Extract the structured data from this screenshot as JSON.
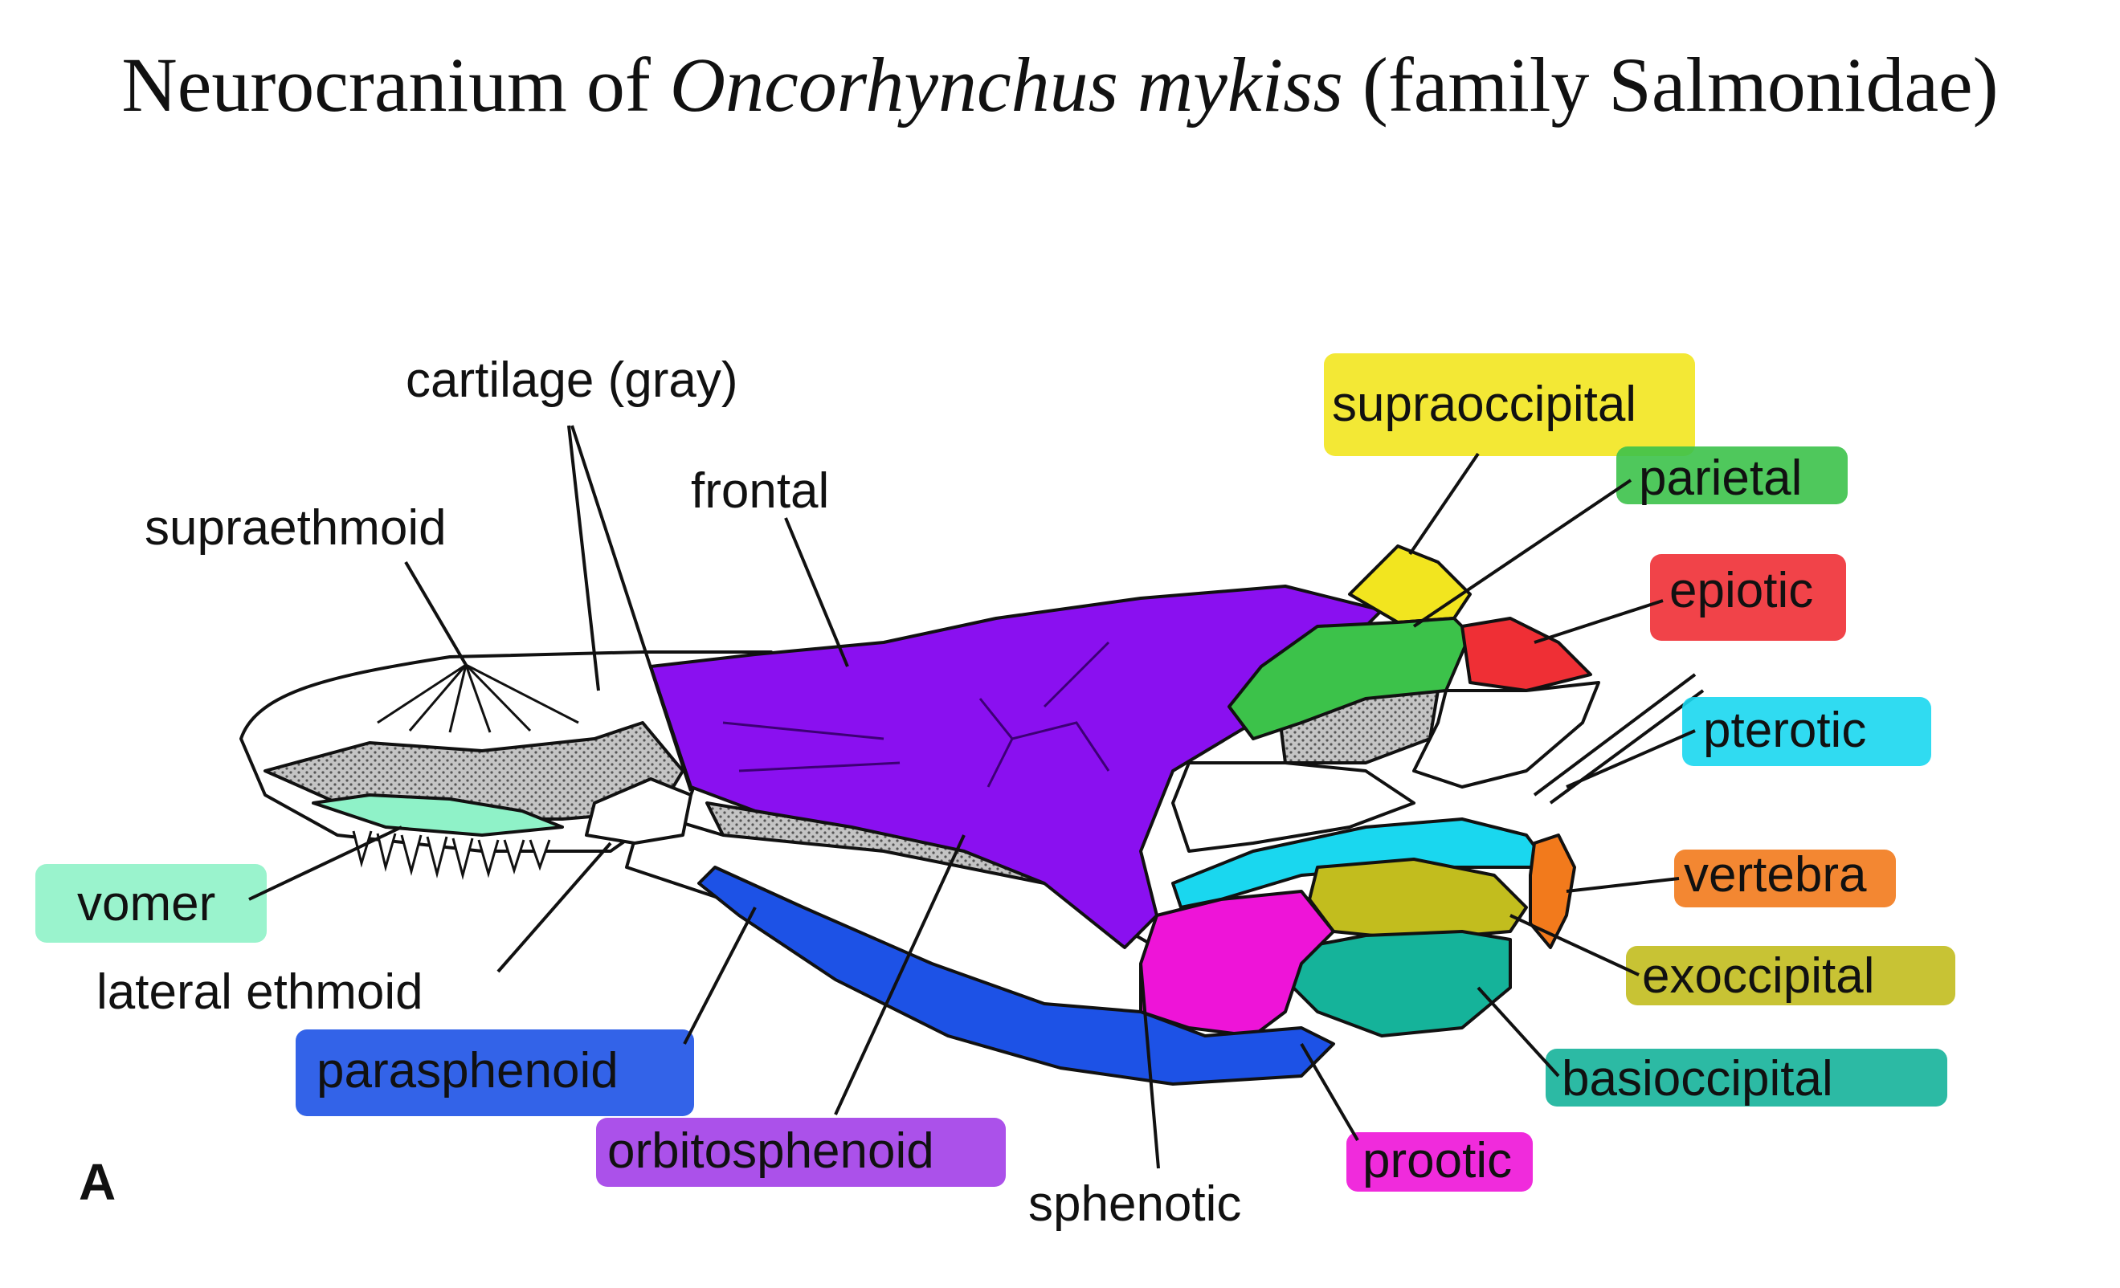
{
  "title": {
    "prefix": "Neurocranium of ",
    "species": "Oncorhynchus mykiss",
    "suffix": " (family Salmonidae)"
  },
  "panel_letter": "A",
  "colors": {
    "frontal": "#8a10f0",
    "supraoccipital": "#f2e51f",
    "parietal": "#3cc24a",
    "epiotic": "#ef2f35",
    "pterotic": "#1ad7ef",
    "vertebra": "#f27a1c",
    "exoccipital": "#c2bd1e",
    "basioccipital": "#15b39a",
    "prootic": "#ee14d8",
    "parasphenoid": "#1d52e6",
    "orbitosphenoid_highlight": "#a23ee8",
    "vomer": "#8ff2c8",
    "cartilage": "#a8a8a8"
  },
  "labels": {
    "cartilage": "cartilage (gray)",
    "frontal": "frontal",
    "supraethmoid": "supraethmoid",
    "supraoccipital": "supraoccipital",
    "parietal": "parietal",
    "epiotic": "epiotic",
    "pterotic": "pterotic",
    "vertebra": "vertebra",
    "exoccipital": "exoccipital",
    "basioccipital": "basioccipital",
    "prootic": "prootic",
    "sphenotic": "sphenotic",
    "orbitosphenoid": "orbitosphenoid",
    "parasphenoid": "parasphenoid",
    "lateral_ethmoid": "lateral ethmoid",
    "vomer": "vomer"
  }
}
